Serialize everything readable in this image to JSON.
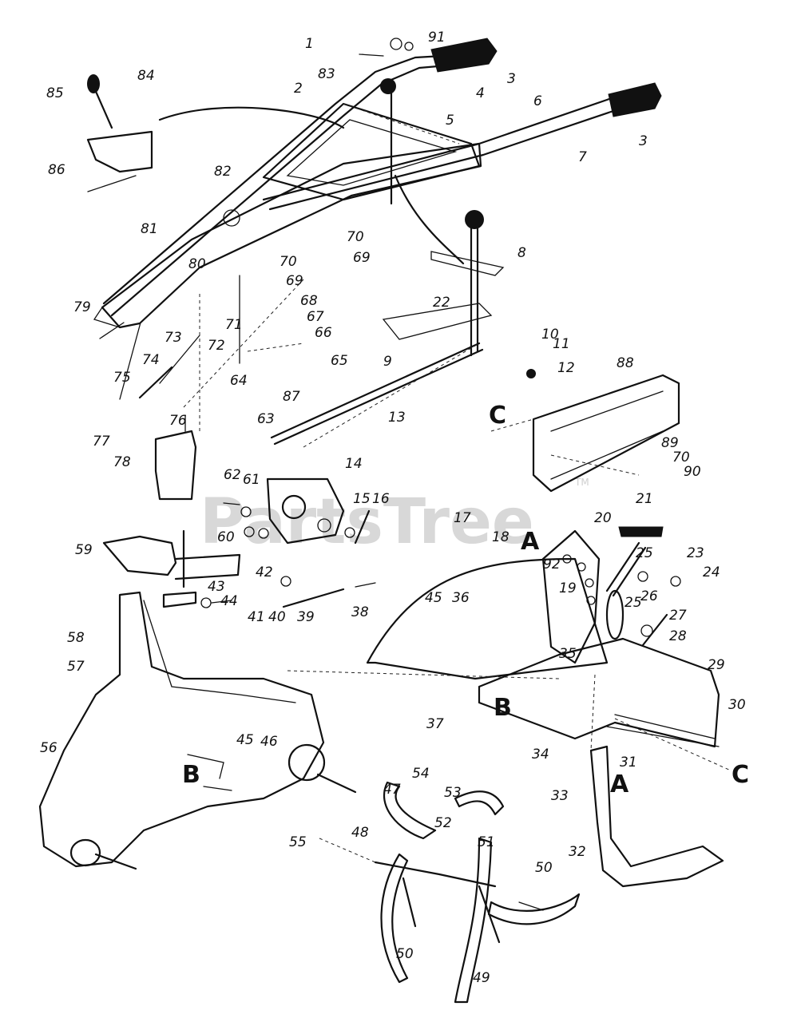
{
  "watermark": {
    "text": "PartsTree",
    "trademark": "TM"
  },
  "callouts": [
    "1",
    "91",
    "3",
    "2",
    "83",
    "4",
    "5",
    "6",
    "7",
    "3",
    "85",
    "84",
    "86",
    "82",
    "81",
    "70",
    "69",
    "70",
    "69",
    "80",
    "68",
    "67",
    "66",
    "71",
    "65",
    "79",
    "73",
    "72",
    "64",
    "74",
    "75",
    "8",
    "22",
    "10",
    "11",
    "9",
    "12",
    "13",
    "88",
    "87",
    "76",
    "63",
    "77",
    "78",
    "89",
    "70",
    "90",
    "14",
    "62",
    "61",
    "15",
    "16",
    "17",
    "21",
    "20",
    "18",
    "92",
    "25",
    "23",
    "24",
    "60",
    "42",
    "59",
    "38",
    "41",
    "40",
    "39",
    "43",
    "44",
    "45",
    "36",
    "19",
    "25",
    "26",
    "27",
    "28",
    "58",
    "57",
    "35",
    "29",
    "30",
    "37",
    "34",
    "31",
    "56",
    "45",
    "46",
    "47",
    "54",
    "53",
    "33",
    "55",
    "52",
    "51",
    "48",
    "50",
    "32",
    "50",
    "49"
  ],
  "letters": [
    "C",
    "A",
    "B",
    "B",
    "A",
    "C"
  ]
}
